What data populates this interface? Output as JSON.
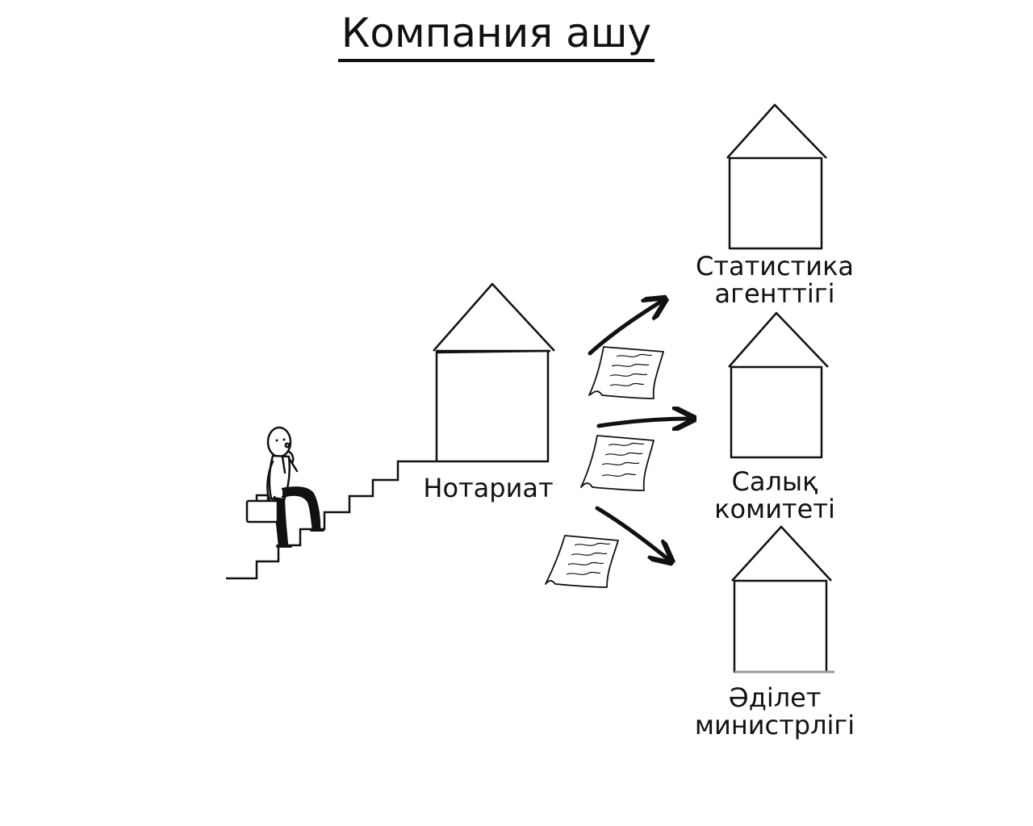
{
  "title": "Компания ашу",
  "nodes": {
    "notary": {
      "label": "Нотариат"
    },
    "statistics": {
      "line1": "Статистика",
      "line2": "агенттігі"
    },
    "tax": {
      "line1": "Салық",
      "line2": "комитеті"
    },
    "justice": {
      "line1": "Әділет",
      "line2": "министрлігі"
    }
  },
  "colors": {
    "ink": "#111111",
    "paper": "#ffffff"
  }
}
